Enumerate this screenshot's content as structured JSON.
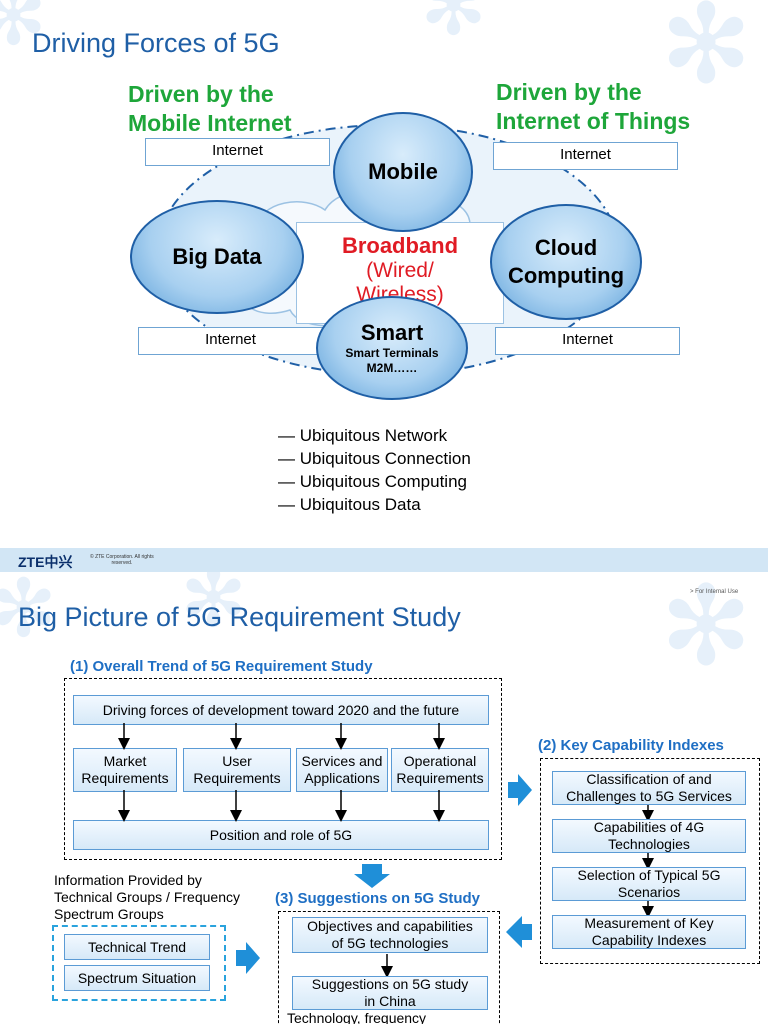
{
  "slide1": {
    "title": "Driving Forces of 5G",
    "left_heading": [
      "Driven by the",
      "Mobile Internet"
    ],
    "right_heading": [
      "Driven by the",
      "Internet of Things"
    ],
    "internet_label": "Internet",
    "nodes": {
      "mobile": "Mobile",
      "big_data": "Big Data",
      "cloud": [
        "Cloud",
        "Computing"
      ],
      "smart": "Smart",
      "smart_sub": [
        "Smart Terminals",
        "M2M……"
      ]
    },
    "center": {
      "title": "Broadband",
      "sub1": "(Wired/",
      "sub2": "Wireless)"
    },
    "bullets": [
      "— Ubiquitous Network",
      "— Ubiquitous Connection",
      "— Ubiquitous Computing",
      "— Ubiquitous Data"
    ]
  },
  "footer": {
    "logo": "ZTE中兴",
    "copyright": [
      "© ZTE Corporation. All rights",
      "reserved."
    ],
    "internal": "> For Internal Use"
  },
  "slide2": {
    "title": "Big Picture of 5G Requirement Study",
    "section1": "(1) Overall Trend of 5G Requirement Study",
    "driving_forces": "Driving forces of development toward 2020 and the future",
    "requirements": [
      [
        "Market",
        "Requirements"
      ],
      [
        "User",
        "Requirements"
      ],
      [
        "Services and",
        "Applications"
      ],
      [
        "Operational",
        "Requirements"
      ]
    ],
    "position_role": "Position and role of 5G",
    "section2": "(2) Key Capability Indexes",
    "key_boxes": [
      [
        "Classification of and",
        "Challenges to 5G Services"
      ],
      [
        "Capabilities of 4G",
        "Technologies"
      ],
      [
        "Selection of Typical 5G",
        "Scenarios"
      ],
      [
        "Measurement of Key",
        "Capability Indexes"
      ]
    ],
    "info_text": [
      "Information Provided by",
      "Technical Groups / Frequency",
      "Spectrum Groups"
    ],
    "technical_trend": "Technical Trend",
    "spectrum_situation": "Spectrum Situation",
    "section3": "(3) Suggestions on 5G Study",
    "objectives": [
      "Objectives and capabilities",
      "of 5G technologies"
    ],
    "suggestions": [
      "Suggestions on 5G study",
      "in China"
    ],
    "bottom_text": "Technology, frequency"
  }
}
